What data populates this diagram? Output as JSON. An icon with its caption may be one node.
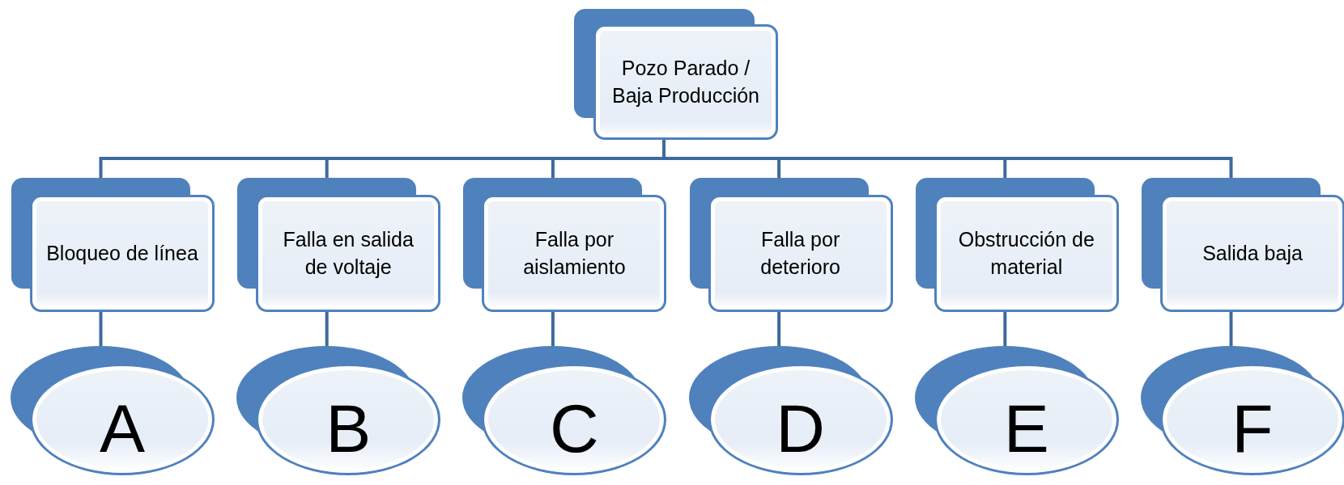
{
  "diagram": {
    "nodes": [
      {
        "text": [
          "Pozo Parado / Baja Producción"
        ]
      },
      {
        "text": [
          "Bloqueo de línea"
        ]
      },
      {
        "text": [
          "Falla en salida de voltaje"
        ]
      },
      {
        "text": [
          "Falla por aislamiento"
        ]
      },
      {
        "text": [
          "Falla por deterioro"
        ]
      },
      {
        "text": [
          "Obstrucción de material"
        ]
      },
      {
        "text": [
          "Salida baja"
        ]
      },
      {
        "text": [
          "A"
        ]
      },
      {
        "text": [
          "B"
        ]
      },
      {
        "text": [
          "C"
        ]
      },
      {
        "text": [
          "D"
        ]
      },
      {
        "text": [
          "E"
        ]
      },
      {
        "text": [
          "F"
        ]
      }
    ],
    "edges": [
      {
        "from": 0,
        "to": 1,
        "arrow": "none"
      },
      {
        "from": 0,
        "to": 2,
        "arrow": "none"
      },
      {
        "from": 0,
        "to": 3,
        "arrow": "none"
      },
      {
        "from": 0,
        "to": 4,
        "arrow": "none"
      },
      {
        "from": 0,
        "to": 5,
        "arrow": "none"
      },
      {
        "from": 0,
        "to": 6,
        "arrow": "none"
      },
      {
        "from": 1,
        "to": 7,
        "arrow": "none"
      },
      {
        "from": 2,
        "to": 8,
        "arrow": "none"
      },
      {
        "from": 3,
        "to": 9,
        "arrow": "none"
      },
      {
        "from": 4,
        "to": 10,
        "arrow": "none"
      },
      {
        "from": 5,
        "to": 11,
        "arrow": "none"
      },
      {
        "from": 6,
        "to": 12,
        "arrow": "none"
      }
    ]
  }
}
